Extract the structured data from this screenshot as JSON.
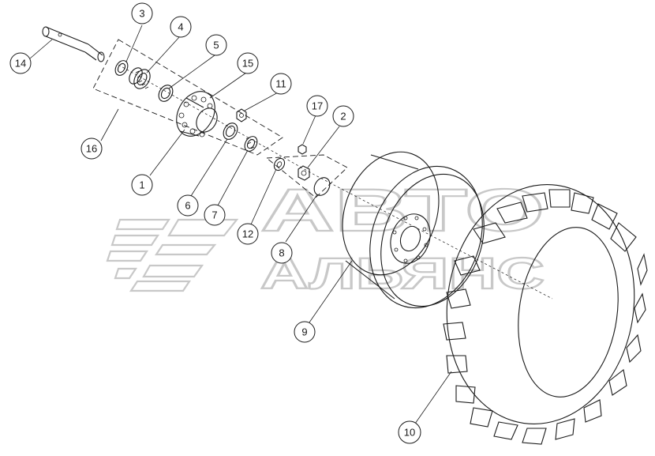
{
  "diagram": {
    "callouts": [
      {
        "id": "c1",
        "label": "1"
      },
      {
        "id": "c2",
        "label": "2"
      },
      {
        "id": "c3",
        "label": "3"
      },
      {
        "id": "c4",
        "label": "4"
      },
      {
        "id": "c5",
        "label": "5"
      },
      {
        "id": "c6",
        "label": "6"
      },
      {
        "id": "c7",
        "label": "7"
      },
      {
        "id": "c8",
        "label": "8"
      },
      {
        "id": "c9",
        "label": "9"
      },
      {
        "id": "c10",
        "label": "10"
      },
      {
        "id": "c11",
        "label": "11"
      },
      {
        "id": "c12",
        "label": "12"
      },
      {
        "id": "c14",
        "label": "14"
      },
      {
        "id": "c15",
        "label": "15"
      },
      {
        "id": "c16",
        "label": "16"
      },
      {
        "id": "c17",
        "label": "17"
      }
    ]
  },
  "watermark": {
    "line1": "АВТО",
    "line2": "АЛЬЯНС"
  },
  "colors": {
    "line": "#1a1a1a",
    "watermark": "#c8c8c8",
    "background": "#ffffff"
  }
}
